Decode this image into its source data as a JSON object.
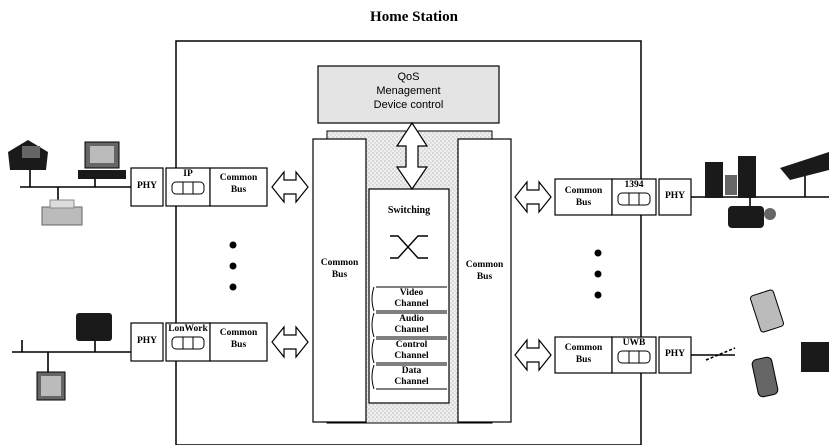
{
  "title": "Home Station",
  "qos": {
    "line1": "QoS",
    "line2": "Menagement",
    "line3": "Device control"
  },
  "switching": {
    "label": "Switching",
    "channels": [
      {
        "line1": "Video",
        "line2": "Channel"
      },
      {
        "line1": "Audio",
        "line2": "Channel"
      },
      {
        "line1": "Control",
        "line2": "Channel"
      },
      {
        "line1": "Data",
        "line2": "Channel"
      }
    ]
  },
  "core_bus": {
    "left": {
      "line1": "Common",
      "line2": "Bus"
    },
    "right": {
      "line1": "Common",
      "line2": "Bus"
    }
  },
  "modules": {
    "top_left": {
      "phy": "PHY",
      "protocol": "IP",
      "bus_line1": "Common",
      "bus_line2": "Bus"
    },
    "bottom_left": {
      "phy": "PHY",
      "protocol": "LonWork",
      "bus_line1": "Common",
      "bus_line2": "Bus"
    },
    "top_right": {
      "phy": "PHY",
      "protocol": "1394",
      "bus_line1": "Common",
      "bus_line2": "Bus"
    },
    "bottom_right": {
      "phy": "PHY",
      "protocol": "UWB",
      "bus_line1": "Common",
      "bus_line2": "Bus"
    }
  },
  "colors": {
    "line": "#000000",
    "panel": "#ffffff",
    "shade": "#d9d9d9",
    "device_dark": "#1a1a1a",
    "device_mid": "#666666",
    "device_light": "#bbbbbb"
  },
  "icons": {
    "arrow": "double-arrow-icon",
    "switch": "crossbar-switch-icon",
    "devices": [
      "phone-icon",
      "computer-icon",
      "printer-icon",
      "set-top-box-icon",
      "keypad-icon",
      "speakers-icon",
      "camcorder-icon",
      "pda-icon",
      "mobile-phone-icon",
      "laptop-icon"
    ]
  }
}
